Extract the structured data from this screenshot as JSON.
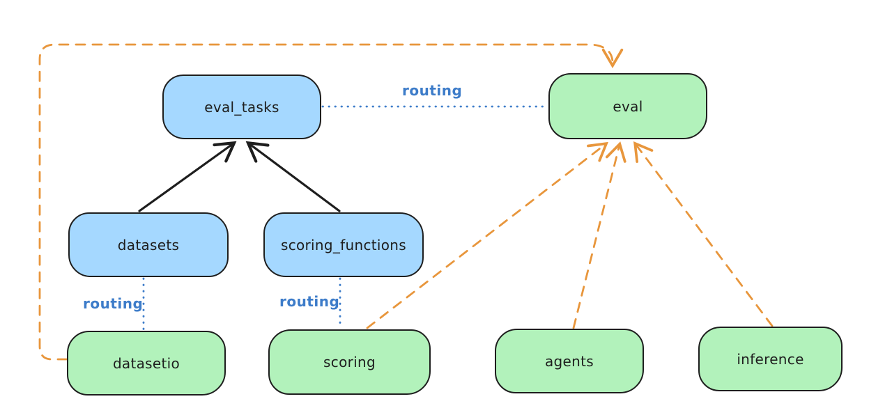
{
  "diagram": {
    "nodes": {
      "eval_tasks": {
        "label": "eval_tasks",
        "color": "blue"
      },
      "eval": {
        "label": "eval",
        "color": "green"
      },
      "datasets": {
        "label": "datasets",
        "color": "blue"
      },
      "scoring_functions": {
        "label": "scoring_functions",
        "color": "blue"
      },
      "datasetio": {
        "label": "datasetio",
        "color": "green"
      },
      "scoring": {
        "label": "scoring",
        "color": "green"
      },
      "agents": {
        "label": "agents",
        "color": "green"
      },
      "inference": {
        "label": "inference",
        "color": "green"
      }
    },
    "edges": {
      "routing_label": "routing",
      "connections": [
        {
          "from": "datasets",
          "to": "eval_tasks",
          "style": "solid-black-arrow"
        },
        {
          "from": "scoring_functions",
          "to": "eval_tasks",
          "style": "solid-black-arrow"
        },
        {
          "from": "eval_tasks",
          "to": "eval",
          "style": "dotted-blue",
          "label": "routing"
        },
        {
          "from": "datasets",
          "to": "datasetio",
          "style": "dotted-blue",
          "label": "routing"
        },
        {
          "from": "scoring_functions",
          "to": "scoring",
          "style": "dotted-blue",
          "label": "routing"
        },
        {
          "from": "datasetio",
          "to": "eval",
          "style": "dashed-orange-arrow"
        },
        {
          "from": "scoring",
          "to": "eval",
          "style": "dashed-orange-arrow"
        },
        {
          "from": "agents",
          "to": "eval",
          "style": "dashed-orange-arrow"
        },
        {
          "from": "inference",
          "to": "eval",
          "style": "dashed-orange-arrow"
        }
      ]
    }
  },
  "colors": {
    "blue-fill": "#a5d8ff",
    "green-fill": "#b2f2bb",
    "ink": "#1e1e1e",
    "orange": "#e8963c",
    "routing-blue": "#3d7cc9",
    "background": "#ffffff"
  }
}
